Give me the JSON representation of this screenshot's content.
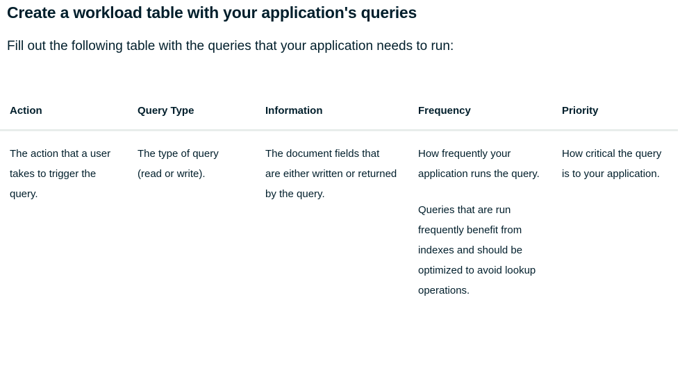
{
  "heading": {
    "title": "Create a workload table with your application's queries",
    "subtitle": "Fill out the following table with the queries that your application needs to run:"
  },
  "colors": {
    "text": "#001E2B",
    "background": "#FFFFFF",
    "header_rule": "#E8EDEB"
  },
  "table": {
    "columns": [
      {
        "key": "action",
        "label": "Action"
      },
      {
        "key": "query_type",
        "label": "Query Type"
      },
      {
        "key": "information",
        "label": "Information"
      },
      {
        "key": "frequency",
        "label": "Frequency"
      },
      {
        "key": "priority",
        "label": "Priority"
      }
    ],
    "rows": [
      {
        "action": "The action that a user takes to trigger the query.",
        "query_type": "The type of query (read or write).",
        "information": "The document fields that are either written or returned by the query.",
        "frequency_p1": "How frequently your application runs the query.",
        "frequency_p2": "Queries that are run frequently benefit from indexes and should be optimized to avoid lookup operations.",
        "priority": "How critical the query is to your application."
      }
    ]
  }
}
